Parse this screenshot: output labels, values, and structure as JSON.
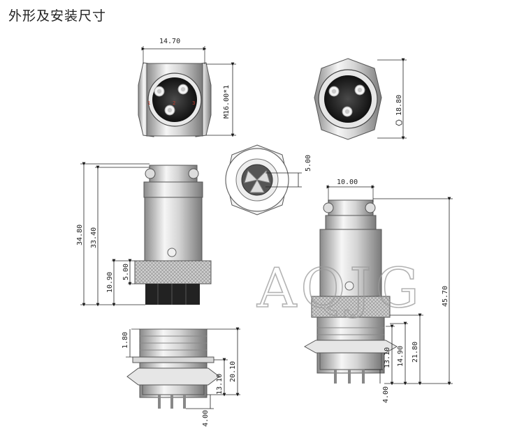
{
  "title": "外形及安装尺寸",
  "watermark": "AQJG",
  "colors": {
    "metal_light": "#eeeeee",
    "metal_mid": "#bdbdbd",
    "metal_dark": "#7a7a7a",
    "pin_dark": "#262626",
    "pin_label": "#c0392b",
    "line": "#1a1a1a"
  },
  "dimensions": {
    "top_width": "14.70",
    "thread": "M16.00*1",
    "hex": "18.80",
    "flat_gap": "5.00",
    "socket_width": "10.00",
    "plug_overall": "34.80",
    "plug_body": "33.40",
    "plug_nut": "10.90",
    "plug_knurl": "5.00",
    "panel_flange": "1.80",
    "panel_thread": "20.10",
    "panel_height": "13.10",
    "panel_pins": "4.00",
    "socket_overall": "45.70",
    "socket_body": "21.80",
    "socket_nut": "14.90",
    "socket_thread": "13.10",
    "socket_pins": "4.00"
  },
  "pin_labels": [
    "1",
    "2",
    "3"
  ]
}
